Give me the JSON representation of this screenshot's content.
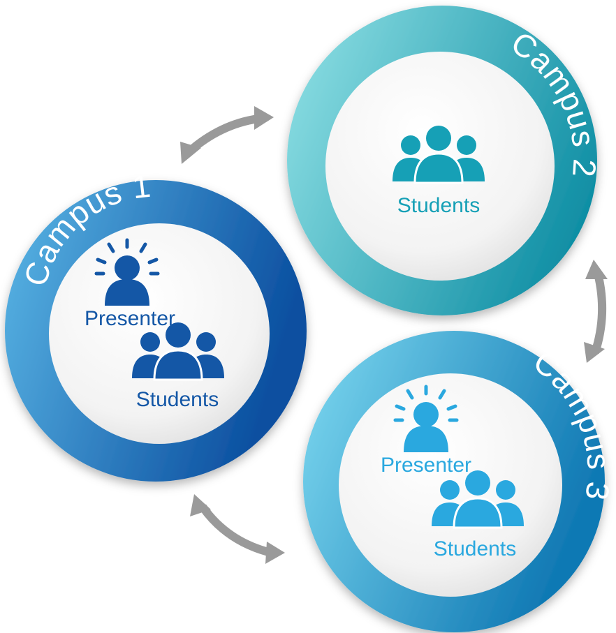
{
  "campuses": [
    {
      "name": "Campus 1",
      "roles": {
        "presenter": "Presenter",
        "students": "Students"
      },
      "colors": {
        "ring_start": "#5bb7e6",
        "ring_end": "#0b4fa0",
        "icon": "#1457a6"
      }
    },
    {
      "name": "Campus 2",
      "roles": {
        "students": "Students"
      },
      "colors": {
        "ring_start": "#6fd0d8",
        "ring_end": "#0f8ea4",
        "icon": "#16a0b6"
      }
    },
    {
      "name": "Campus 3",
      "roles": {
        "presenter": "Presenter",
        "students": "Students"
      },
      "colors": {
        "ring_start": "#70d4ee",
        "ring_end": "#1079b4",
        "icon": "#2aa8df"
      }
    }
  ],
  "connector_color": "#9a9a9a"
}
